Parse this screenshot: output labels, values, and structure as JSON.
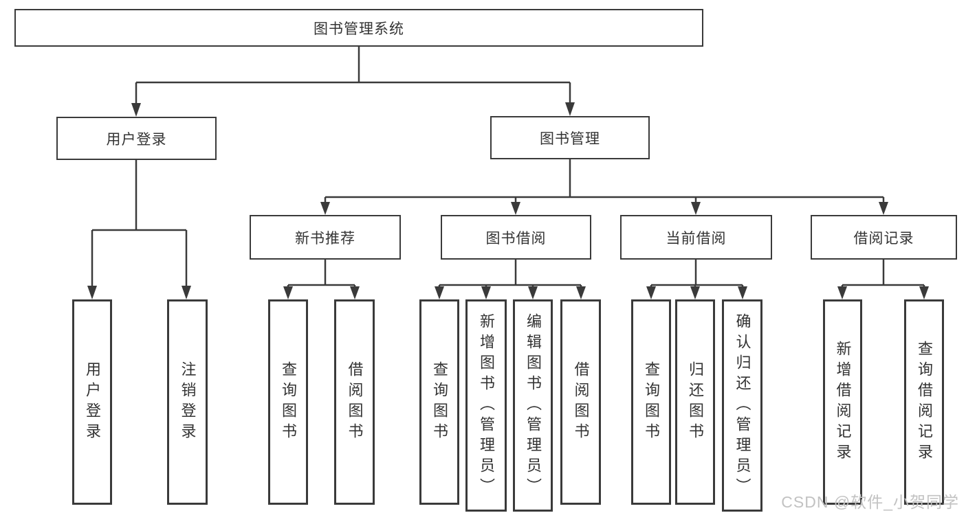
{
  "tree": {
    "label": "图书管理系统",
    "children": [
      {
        "label": "用户登录",
        "children": [
          {
            "label": "用户登录"
          },
          {
            "label": "注销登录"
          }
        ]
      },
      {
        "label": "图书管理",
        "children": [
          {
            "label": "新书推荐",
            "children": [
              {
                "label": "查询图书"
              },
              {
                "label": "借阅图书"
              }
            ]
          },
          {
            "label": "图书借阅",
            "children": [
              {
                "label": "查询图书"
              },
              {
                "label": "新增图书（管理员）"
              },
              {
                "label": "编辑图书（管理员）"
              },
              {
                "label": "借阅图书"
              }
            ]
          },
          {
            "label": "当前借阅",
            "children": [
              {
                "label": "查询图书"
              },
              {
                "label": "归还图书"
              },
              {
                "label": "确认归还（管理员）"
              }
            ]
          },
          {
            "label": "借阅记录",
            "children": [
              {
                "label": "新增借阅记录"
              },
              {
                "label": "查询借阅记录"
              }
            ]
          }
        ]
      }
    ]
  },
  "watermark": "CSDN @软件_小贺同学",
  "colors": {
    "line": "#3a3a3a",
    "text": "#333333",
    "watermark": "#c2c2c2",
    "background": "#ffffff"
  }
}
